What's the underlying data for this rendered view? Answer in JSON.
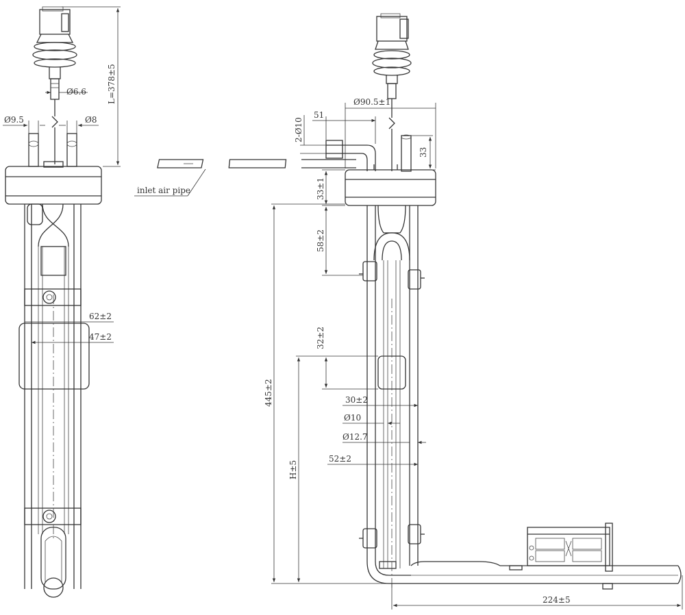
{
  "labels": {
    "inlet_air_pipe": "inlet air pipe"
  },
  "dims_left": {
    "length": "L=378±5",
    "d66": "Ø6.6",
    "d95": "Ø9.5",
    "d8": "Ø8",
    "w62": "62±2",
    "w47": "47±2"
  },
  "dims_right": {
    "d905": "Ø90.5±1",
    "w51": "51",
    "d2x10": "2-Ø10",
    "h33a": "33",
    "h33b": "33±1",
    "h58": "58±2",
    "h32": "32±2",
    "w30": "30±2",
    "d10": "Ø10",
    "d127": "Ø12.7",
    "w52": "52±2",
    "h445": "445±2",
    "h": "H±5",
    "w224": "224±5"
  }
}
